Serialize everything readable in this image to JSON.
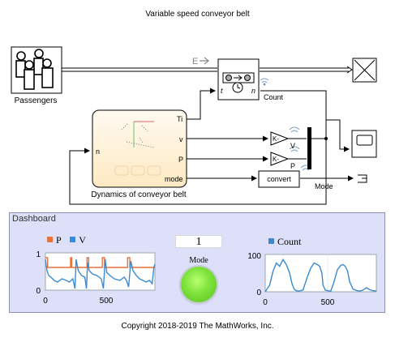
{
  "model_title": "Variable speed conveyor belt",
  "copyright": "Copyright 2018-2019 The MathWorks, Inc.",
  "blocks": {
    "passengers_label": "Passengers",
    "entity_port_label": "E",
    "count_label": "Count",
    "server_in_port": "t",
    "server_out_port": "n",
    "conveyor_label": "Dynamics of conveyor belt",
    "conveyor_ports": {
      "n": "n",
      "ti": "Ti",
      "v": "v",
      "p": "P",
      "mode": "mode"
    },
    "gain1_text": "K-",
    "gain2_text": "K-",
    "v_label": "V",
    "p_label": "P",
    "convert_label": "convert",
    "mode_label": "Mode"
  },
  "dashboard": {
    "title": "Dashboard",
    "mode_value": "1",
    "mode_caption": "Mode",
    "lamp_color": "#7ee23a",
    "left_plot": {
      "legend": [
        {
          "name": "P",
          "color": "#e9713a"
        },
        {
          "name": "V",
          "color": "#3a8ad1"
        }
      ],
      "y_ticks": [
        "1",
        "0"
      ],
      "x_ticks": [
        "0",
        "500"
      ]
    },
    "right_plot": {
      "legend": [
        {
          "name": "Count",
          "color": "#3a8ad1"
        }
      ],
      "y_ticks": [
        "100",
        "0"
      ],
      "x_ticks": [
        "0",
        "500"
      ]
    }
  },
  "chart_data": [
    {
      "type": "line",
      "title": "",
      "xlabel": "",
      "ylabel": "",
      "xlim": [
        0,
        1000
      ],
      "ylim": [
        0,
        1.15
      ],
      "series": [
        {
          "name": "P",
          "color": "#e9713a",
          "x": [
            0,
            20,
            20,
            230,
            230,
            240,
            240,
            380,
            380,
            395,
            395,
            520,
            520,
            540,
            540,
            750,
            750,
            770,
            770,
            1000
          ],
          "y": [
            1,
            1,
            0.7,
            0.7,
            1,
            1,
            0.7,
            0.7,
            1,
            1,
            0.7,
            0.7,
            1,
            1,
            0.7,
            0.7,
            1,
            1,
            0.7,
            0.7
          ]
        },
        {
          "name": "V",
          "color": "#3a8ad1",
          "x": [
            0,
            15,
            30,
            50,
            80,
            110,
            150,
            190,
            220,
            250,
            270,
            280,
            300,
            330,
            360,
            375,
            385,
            400,
            430,
            470,
            510,
            530,
            545,
            560,
            590,
            630,
            680,
            720,
            740,
            760,
            780,
            800,
            830,
            860,
            890,
            920,
            950,
            975,
            990,
            1000
          ],
          "y": [
            0.95,
            0.6,
            0.45,
            0.4,
            0.3,
            0.25,
            0.35,
            0.3,
            0.25,
            0.35,
            0.05,
            0.95,
            0.6,
            0.45,
            0.4,
            0.05,
            0.85,
            0.6,
            0.5,
            0.45,
            0.35,
            0.05,
            0.95,
            0.55,
            0.45,
            0.35,
            0.3,
            0.4,
            0.3,
            0.1,
            0.9,
            0.6,
            0.45,
            0.35,
            0.3,
            0.25,
            0.3,
            0.2,
            0.7,
            0.8
          ]
        }
      ]
    },
    {
      "type": "line",
      "title": "",
      "xlabel": "",
      "ylabel": "",
      "xlim": [
        0,
        1000
      ],
      "ylim": [
        0,
        110
      ],
      "series": [
        {
          "name": "Count",
          "color": "#3a8ad1",
          "x": [
            0,
            40,
            70,
            100,
            130,
            160,
            190,
            220,
            240,
            260,
            280,
            300,
            340,
            380,
            410,
            440,
            470,
            490,
            510,
            520,
            540,
            560,
            590,
            620,
            650,
            680,
            700,
            720,
            740,
            760,
            790,
            820,
            850,
            880,
            910,
            940,
            970,
            1000
          ],
          "y": [
            0,
            20,
            60,
            85,
            75,
            95,
            80,
            55,
            25,
            8,
            3,
            2,
            5,
            45,
            70,
            85,
            80,
            75,
            55,
            20,
            5,
            3,
            2,
            30,
            65,
            78,
            80,
            75,
            62,
            30,
            8,
            4,
            2,
            5,
            12,
            6,
            3,
            2
          ]
        }
      ]
    }
  ]
}
